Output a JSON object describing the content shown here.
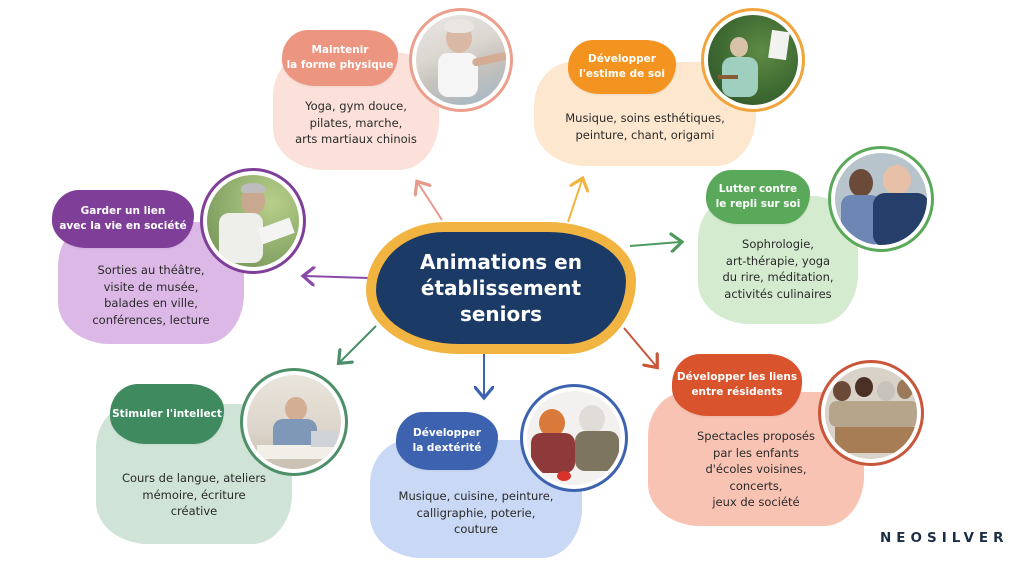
{
  "center": {
    "title": "Animations en\nétablissement\nseniors",
    "fill": "#1c3a66",
    "border": "#f2b441"
  },
  "nodes": [
    {
      "id": "forme-physique",
      "heading": "Maintenir\nla forme physique",
      "activities": "Yoga, gym douce,\npilates, marche,\narts martiaux chinois",
      "head_color": "#ec9580",
      "body_color": "#fbe1da",
      "photo": "senior-woman-exercising",
      "arrow_color": "#e69a8a"
    },
    {
      "id": "estime-de-soi",
      "heading": "Développer\nl'estime de soi",
      "activities": "Musique, soins esthétiques,\npeinture, chant, origami",
      "head_color": "#f39320",
      "body_color": "#fde7cf",
      "photo": "senior-woman-painting",
      "arrow_color": "#f2b441"
    },
    {
      "id": "repli-sur-soi",
      "heading": "Lutter contre\nle repli sur soi",
      "activities": "Sophrologie,\nart-thérapie, yoga\ndu rire, méditation,\nactivités culinaires",
      "head_color": "#5aa85a",
      "body_color": "#d4ebcf",
      "photo": "two-senior-men-laughing",
      "arrow_color": "#4d9a5e"
    },
    {
      "id": "vie-en-societe",
      "heading": "Garder un lien\navec la vie en société",
      "activities": "Sorties au théâtre,\nvisite de musée,\nbalades en ville,\nconférences, lecture",
      "head_color": "#7f3f98",
      "body_color": "#dcb8e6",
      "photo": "senior-man-reading",
      "arrow_color": "#8a4aa8"
    },
    {
      "id": "intellect",
      "heading": "Stimuler l'intellect",
      "activities": "Cours de langue, ateliers\nmémoire, écriture\ncréative",
      "head_color": "#3f8a5e",
      "body_color": "#cfe3d6",
      "photo": "senior-man-at-laptop",
      "arrow_color": "#4d8f68"
    },
    {
      "id": "dexterite",
      "heading": "Développer\nla dextérité",
      "activities": "Musique, cuisine, peinture,\ncalligraphie, poterie,\ncouture",
      "head_color": "#3d63b0",
      "body_color": "#c9d8f4",
      "photo": "senior-couple-cooking",
      "arrow_color": "#3d63b0"
    },
    {
      "id": "liens-residents",
      "heading": "Développer les liens\nentre résidents",
      "activities": "Spectacles proposés\npar les enfants\nd'écoles voisines,\nconcerts,\njeux de société",
      "head_color": "#d9532c",
      "body_color": "#f8c3b3",
      "photo": "family-playing-board-game",
      "arrow_color": "#c9553a"
    }
  ],
  "brand": {
    "logo_text": "NEOSILVER",
    "color": "#1c2e45"
  }
}
